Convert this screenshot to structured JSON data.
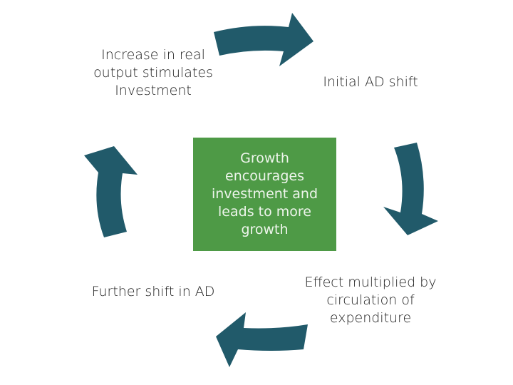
{
  "center": "Growth encourages investment and leads to more growth",
  "labels": {
    "top_left": "Increase in real output stimulates Investment",
    "top_right": "Initial AD shift",
    "bottom_right": "Effect multiplied by circulation of expenditure",
    "bottom_left": "Further shift in AD"
  },
  "colors": {
    "arrow": "#215a6a",
    "box": "#4e9a46"
  }
}
